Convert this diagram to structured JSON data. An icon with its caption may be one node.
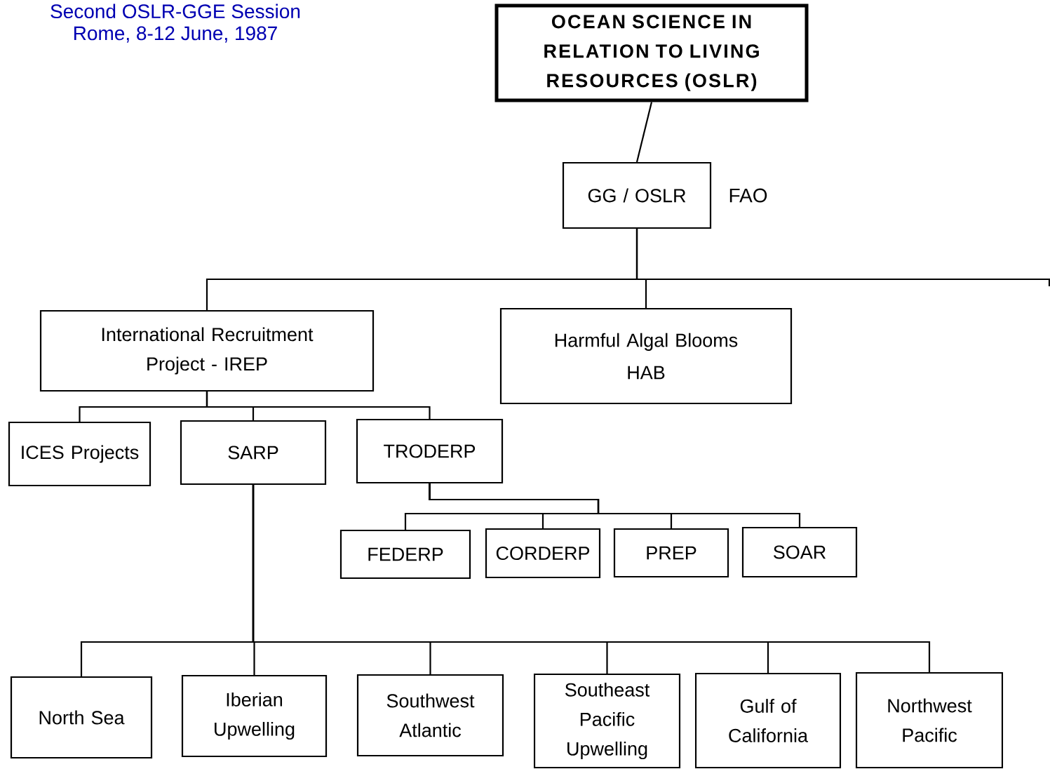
{
  "diagram": {
    "nodes": [
      {
        "text": [
          "OCEAN SCIENCE IN RELATION TO LIVING RESOURCES (OSLR)"
        ]
      },
      {
        "text": [
          "GG / OSLR"
        ],
        "beside": [
          "FAO"
        ]
      },
      {
        "text": [
          "International Recruitment Project - IREP"
        ]
      },
      {
        "text": [
          "Harmful Algal Blooms",
          "HAB"
        ]
      },
      {
        "text": [
          "ICES Projects"
        ]
      },
      {
        "text": [
          "SARP"
        ]
      },
      {
        "text": [
          "TRODERP"
        ]
      },
      {
        "text": [
          "FEDERP"
        ]
      },
      {
        "text": [
          "CORDERP"
        ]
      },
      {
        "text": [
          "PREP"
        ]
      },
      {
        "text": [
          "SOAR"
        ]
      },
      {
        "text": [
          "North Sea"
        ]
      },
      {
        "text": [
          "Iberian Upwelling"
        ]
      },
      {
        "text": [
          "Southwest Atlantic"
        ]
      },
      {
        "text": [
          "Southeast Pacific Upwelling"
        ]
      },
      {
        "text": [
          "Gulf of California"
        ]
      },
      {
        "text": [
          "Northwest Pacific"
        ]
      }
    ],
    "edges": [
      {
        "from": 0,
        "to": 1,
        "arrow": "none"
      },
      {
        "from": 1,
        "to": 2,
        "arrow": "none"
      },
      {
        "from": 1,
        "to": 3,
        "arrow": "none"
      },
      {
        "from": 1,
        "to": null,
        "arrow": "none"
      },
      {
        "from": 2,
        "to": 4,
        "arrow": "none"
      },
      {
        "from": 2,
        "to": 5,
        "arrow": "none"
      },
      {
        "from": 2,
        "to": 6,
        "arrow": "none"
      },
      {
        "from": 6,
        "to": 7,
        "arrow": "none"
      },
      {
        "from": 6,
        "to": 8,
        "arrow": "none"
      },
      {
        "from": 6,
        "to": 9,
        "arrow": "none"
      },
      {
        "from": 6,
        "to": 10,
        "arrow": "none"
      },
      {
        "from": 5,
        "to": 11,
        "arrow": "none"
      },
      {
        "from": 5,
        "to": 12,
        "arrow": "none"
      },
      {
        "from": 5,
        "to": 13,
        "arrow": "none"
      },
      {
        "from": 5,
        "to": 14,
        "arrow": "none"
      },
      {
        "from": 5,
        "to": 15,
        "arrow": "none"
      },
      {
        "from": 5,
        "to": 16,
        "arrow": "none"
      }
    ],
    "labels": [
      "Second OSLR-GGE Session",
      "Rome, 8-12 June, 1987"
    ]
  }
}
